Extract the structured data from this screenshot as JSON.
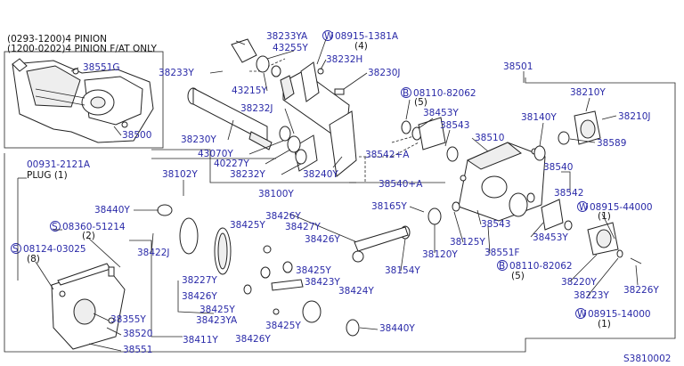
{
  "inset": {
    "note_line1": "(0293-1200)4 PINION",
    "note_line2": "(1200-0202)4 PINION F/AT ONLY"
  },
  "plug": {
    "part": "00931-2121A",
    "label": "PLUG (1)"
  },
  "labels": {
    "p38551G": "38551G",
    "p38500": "38500",
    "p38233YA": "38233YA",
    "p43255Y": "43255Y",
    "w08915_1381A": "08915-1381A",
    "q4": "(4)",
    "p38232H": "38232H",
    "p38233Y": "38233Y",
    "p38230J": "38230J",
    "p43215Y": "43215Y",
    "p38501": "38501",
    "b08110_82062a": "08110-82062",
    "q5a": "(5)",
    "p38232J": "38232J",
    "p38453Ya": "38453Y",
    "p38210Y": "38210Y",
    "p38140Y": "38140Y",
    "p38210J": "38210J",
    "p38543a": "38543",
    "p38230Y": "38230Y",
    "p38589": "38589",
    "p43070Y": "43070Y",
    "p38510": "38510",
    "p40227Y": "40227Y",
    "p38232Y": "38232Y",
    "p38240Y": "38240Y",
    "p38542A": "38542+A",
    "p38540": "38540",
    "p38102Y": "38102Y",
    "p38540A": "38540+A",
    "p38542": "38542",
    "p38100Y": "38100Y",
    "p38440Ya": "38440Y",
    "p38165Y": "38165Y",
    "w08915_44000": "08915-44000",
    "q1a": "(1)",
    "p38426Ya": "38426Y",
    "s08360_51214": "08360-51214",
    "q2": "(2)",
    "p38425Ya": "38425Y",
    "p38427Y": "38427Y",
    "p38543b": "38543",
    "p38453Yb": "38453Y",
    "s08124_03025": "08124-03025",
    "q8": "(8)",
    "p38426Yb": "38426Y",
    "p38125Y": "38125Y",
    "p38422J": "38422J",
    "p38120Y": "38120Y",
    "p38551F": "38551F",
    "b08110_82062b": "08110-82062",
    "q5b": "(5)",
    "p38154Y": "38154Y",
    "p38425Yb": "38425Y",
    "p38227Y": "38227Y",
    "p38423Y": "38423Y",
    "p38220Y": "38220Y",
    "p38424Y": "38424Y",
    "p38426Yc": "38426Y",
    "p38223Y": "38223Y",
    "p38226Y": "38226Y",
    "p38355Y": "38355Y",
    "p38425Yc": "38425Y",
    "p38520": "38520",
    "p38423YA": "38423YA",
    "w08915_14000": "08915-14000",
    "q1b": "(1)",
    "p38425Yd": "38425Y",
    "p38411Y": "38411Y",
    "p38426Yd": "38426Y",
    "p38440Yb": "38440Y",
    "p38551": "38551"
  },
  "prefix": {
    "W": "W",
    "B": "B",
    "S": "S"
  },
  "footer": {
    "code": "S3810002"
  }
}
